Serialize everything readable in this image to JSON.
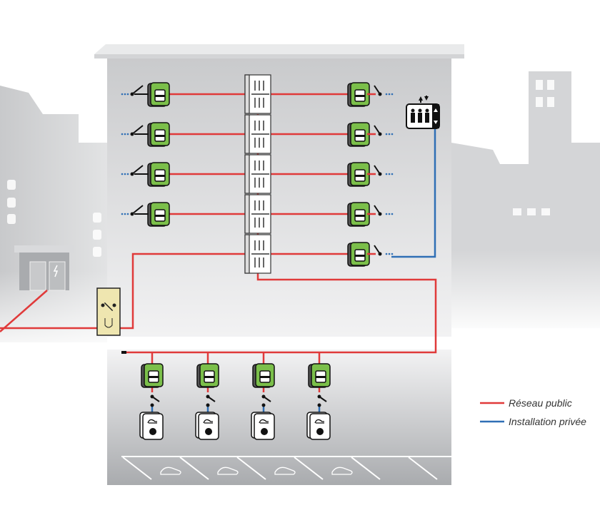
{
  "colors": {
    "public": "#e03a3a",
    "private": "#2f6fb5",
    "meter": "#7bbf4a",
    "coupling_box": "#efe6b0"
  },
  "legend": {
    "items": [
      {
        "label": "Réseau public",
        "color": "#e03a3a"
      },
      {
        "label": "Installation privée",
        "color": "#2f6fb5"
      }
    ]
  },
  "building": {
    "floors": 5,
    "left_meters": 4,
    "right_meters": 5
  },
  "parking": {
    "chargers": 4,
    "spots": 5
  },
  "icons": [
    "substation-icon",
    "coupling-box-icon",
    "distribution-cabinet-icon",
    "electricity-meter-icon",
    "switch-icon",
    "elevator-icon",
    "ev-charger-icon",
    "car-icon"
  ]
}
